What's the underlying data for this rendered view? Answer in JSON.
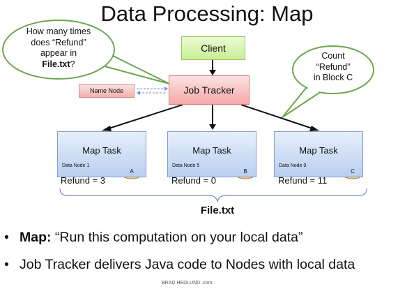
{
  "title": "Data Processing: Map",
  "client": {
    "label": "Client"
  },
  "job_tracker": {
    "label": "Job Tracker"
  },
  "name_node": {
    "label": "Name Node"
  },
  "left_bubble": {
    "line1": "How many times",
    "line2": "does “Refund”",
    "line3": "appear in",
    "line4": "File.txt",
    "line4_suffix": "?"
  },
  "right_bubble": {
    "line1": "Count",
    "line2": "“Refund”",
    "line3": "in Block C"
  },
  "tasks": [
    {
      "label": "Map Task",
      "data_node": "Data Node 1",
      "block": "A",
      "count": "Refund = 3"
    },
    {
      "label": "Map Task",
      "data_node": "Data Node 5",
      "block": "B",
      "count": "Refund = 0"
    },
    {
      "label": "Map Task",
      "data_node": "Data Node 9",
      "block": "C",
      "count": "Refund = 11"
    }
  ],
  "file_label": "File.txt",
  "bullets": [
    {
      "dot": "•",
      "bold": "Map:",
      "text": " “Run this computation on your local data”"
    },
    {
      "dot": "•",
      "bold": "",
      "text": "Job Tracker delivers Java code to Nodes with local data"
    }
  ],
  "credit": "BRAD HEDLUND .com",
  "colors": {
    "client": "#c9ee94",
    "job_tracker": "#f4a9a9",
    "map_task": "#b9cff0",
    "bubble_border": "#6aa84f",
    "cylinder": "#f6c88a"
  }
}
